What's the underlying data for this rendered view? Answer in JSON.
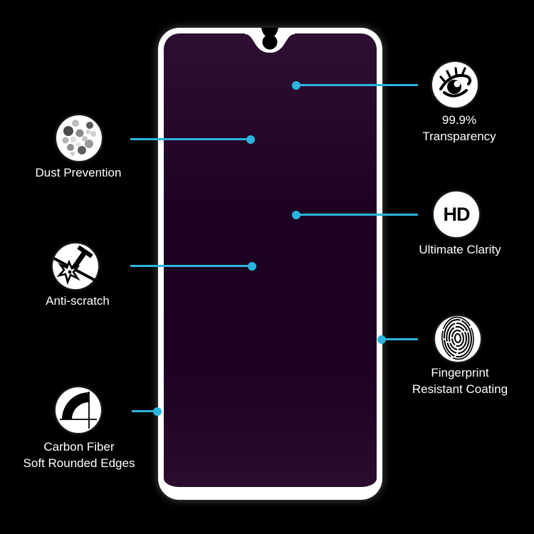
{
  "colors": {
    "background": "#000000",
    "accent": "#2CB5DC",
    "frame": "#FFFFFF",
    "screen_top": "#2E0F33",
    "screen": "#1E0223"
  },
  "features": {
    "transparency": {
      "line1": "99.9%",
      "line2": "Transparency",
      "icon": "eye-icon"
    },
    "dust": {
      "line1": "Dust Prevention",
      "icon": "dust-particles-icon"
    },
    "clarity": {
      "line1": "Ultimate Clarity",
      "icon": "hd-badge-icon",
      "icon_text": "HD"
    },
    "scratch": {
      "line1": "Anti-scratch",
      "icon": "scratch-tool-icon"
    },
    "fingerprint": {
      "line1": "Fingerprint",
      "line2": "Resistant Coating",
      "icon": "fingerprint-icon"
    },
    "carbon": {
      "line1": "Carbon Fiber",
      "line2": "Soft Rounded Edges",
      "icon": "rounded-edge-icon"
    }
  }
}
